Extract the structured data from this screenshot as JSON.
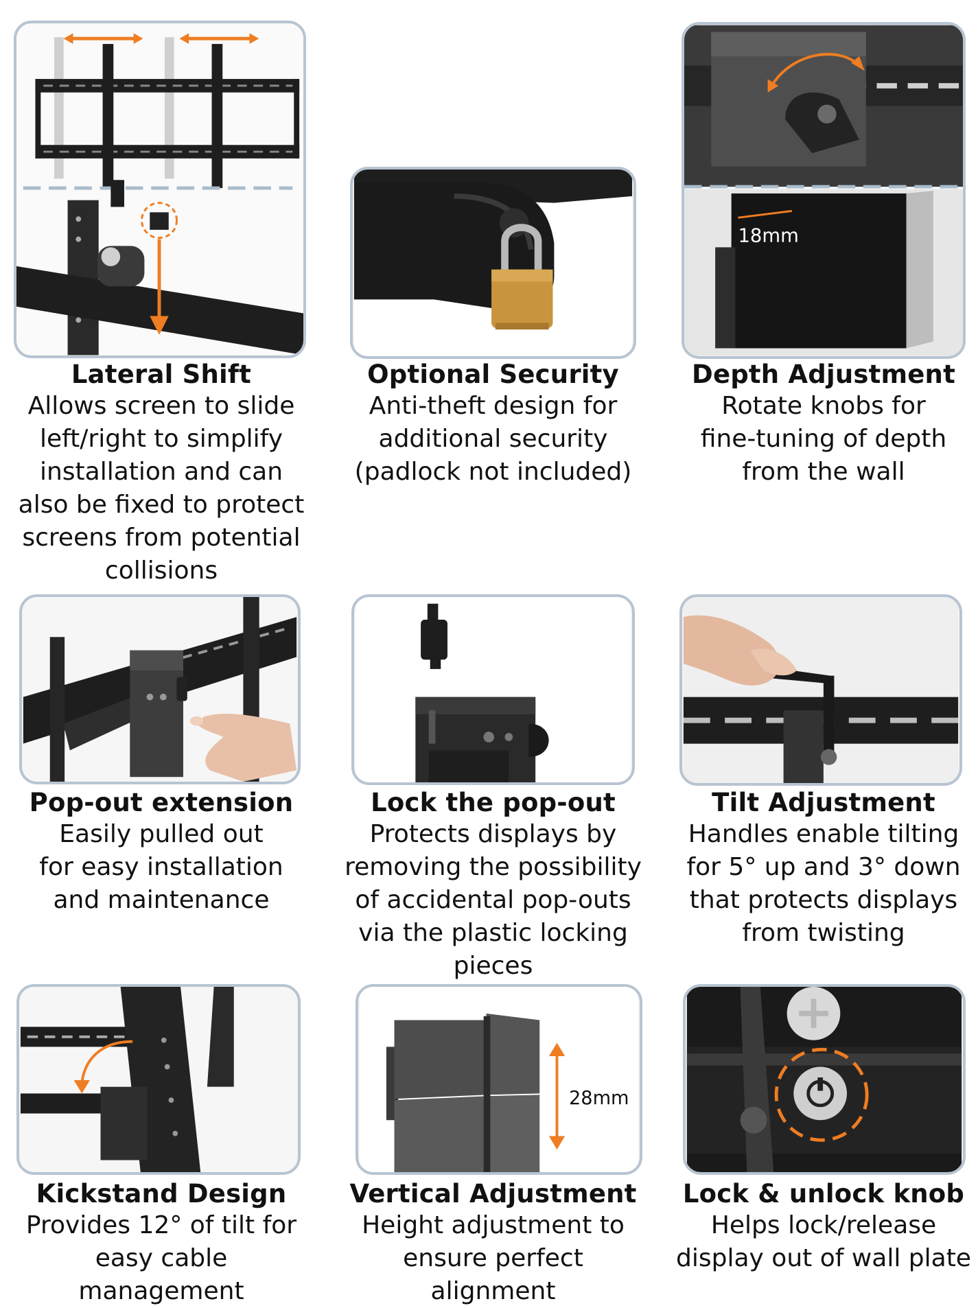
{
  "features": [
    {
      "title": "Lateral Shift",
      "lines": [
        "Allows screen to slide",
        "left/right to simplify",
        "installation and can",
        "also be fixed to protect",
        "screens from potential",
        "collisions"
      ],
      "icon": "lateral-shift-photo"
    },
    {
      "title": "Optional Security",
      "lines": [
        "Anti-theft design for",
        "additional security",
        "(padlock not included)"
      ],
      "icon": "padlock-photo"
    },
    {
      "title": "Depth Adjustment",
      "lines": [
        "Rotate knobs for",
        "fine-tuning of depth",
        "from the wall"
      ],
      "icon": "depth-knob-photo",
      "dimension": "18mm"
    },
    {
      "title": "Pop-out extension",
      "lines": [
        "Easily pulled out",
        "for easy installation",
        "and maintenance"
      ],
      "icon": "pop-out-photo"
    },
    {
      "title": "Lock the pop-out",
      "lines": [
        "Protects displays by",
        "removing the possibility",
        "of accidental pop-outs",
        "via the plastic locking",
        "pieces"
      ],
      "icon": "locking-piece-photo"
    },
    {
      "title": "Tilt Adjustment",
      "lines": [
        "Handles enable tilting",
        "for 5° up and 3° down",
        "that protects displays",
        "from twisting"
      ],
      "icon": "tilt-handle-photo"
    },
    {
      "title": "Kickstand Design",
      "lines": [
        "Provides 12° of tilt for",
        "easy cable management"
      ],
      "icon": "kickstand-photo"
    },
    {
      "title": "Vertical Adjustment",
      "lines": [
        "Height adjustment to",
        "ensure perfect alignment"
      ],
      "icon": "vertical-panels-photo",
      "dimension": "28mm"
    },
    {
      "title": "Lock & unlock knob",
      "lines": [
        "Helps lock/release",
        "display out of wall plate"
      ],
      "icon": "lock-knob-photo"
    }
  ],
  "colors": {
    "accent_orange": "#ef7d22",
    "card_border": "#b8c4d2",
    "metal_dark": "#1e1e1e",
    "brass": "#c9943e"
  }
}
